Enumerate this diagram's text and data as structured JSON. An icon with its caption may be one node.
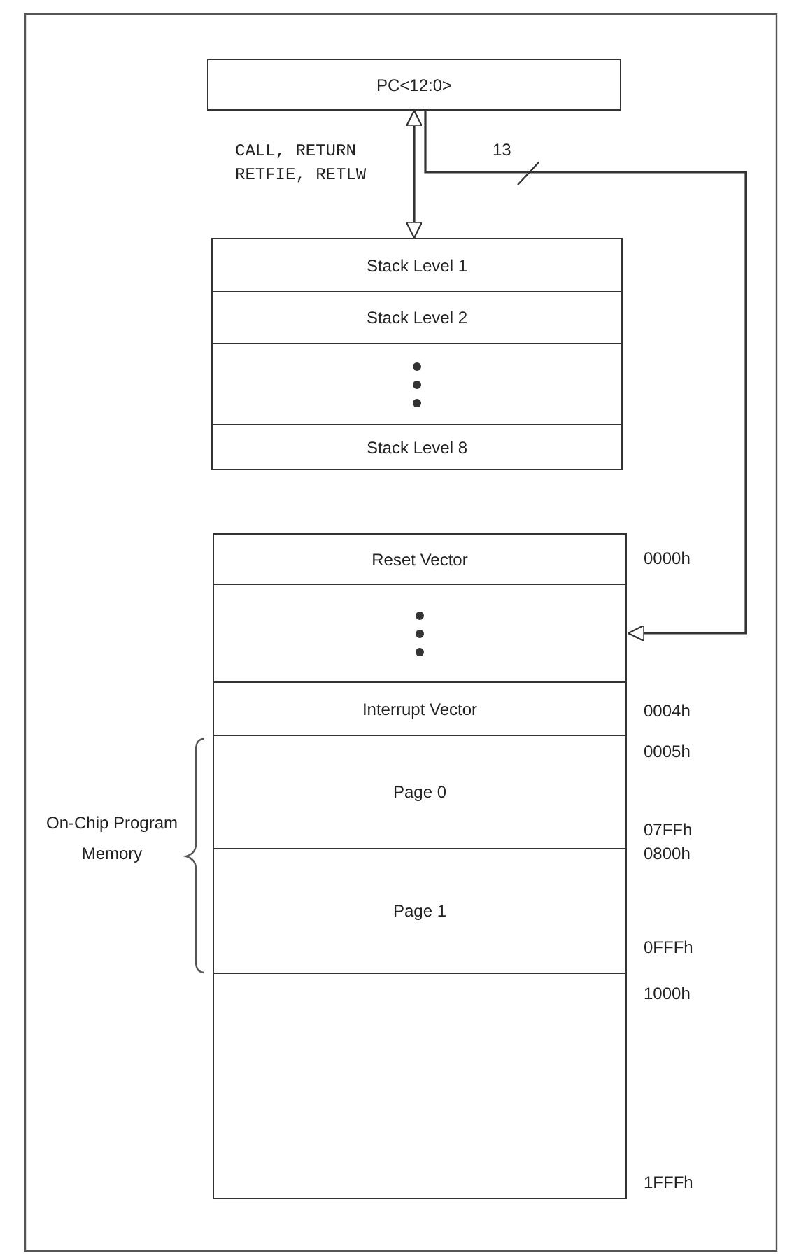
{
  "diagram": {
    "nodes": [
      {
        "text": [
          "PC<12:0>"
        ]
      },
      {
        "text": [
          "Stack Level 1"
        ]
      },
      {
        "text": [
          "Stack Level 2"
        ]
      },
      {
        "text": [],
        "shape": "box"
      },
      {
        "text": [
          "Stack Level 8"
        ]
      },
      {
        "text": [
          "Reset Vector"
        ],
        "beside": [
          "0000h"
        ]
      },
      {
        "text": [],
        "shape": "box"
      },
      {
        "text": [
          "Interrupt Vector"
        ],
        "beside": [
          "0004h"
        ]
      },
      {
        "text": [
          "Page 0"
        ],
        "beside": [
          "0005h",
          "07FFh"
        ]
      },
      {
        "text": [
          "Page 1"
        ],
        "beside": [
          "0800h",
          "0FFFh"
        ]
      },
      {
        "text": [],
        "shape": "box",
        "beside": [
          "1000h",
          "1FFFh"
        ]
      }
    ],
    "edges": [
      {
        "from": 0,
        "to": 1,
        "arrow": "both",
        "label": "CALL, RETURN RETFIE, RETLW"
      },
      {
        "from": 0,
        "to": 6,
        "arrow": "to",
        "label": "13"
      }
    ],
    "labels": [
      "On-Chip Program Memory"
    ]
  }
}
